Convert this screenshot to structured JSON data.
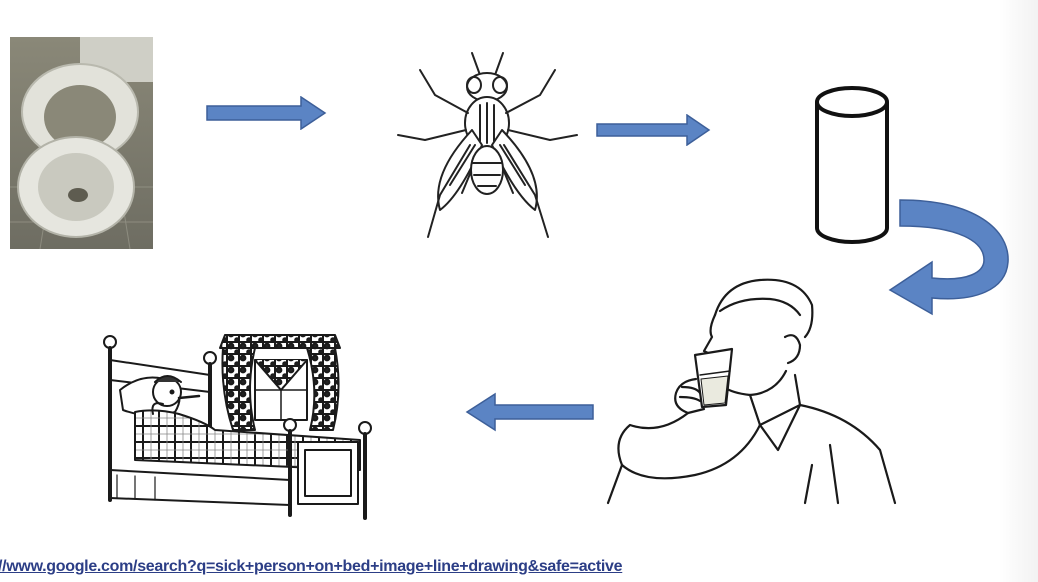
{
  "diagram": {
    "flow_steps": [
      {
        "id": "toilet",
        "icon": "toilet-photo"
      },
      {
        "id": "fly",
        "icon": "housefly-drawing"
      },
      {
        "id": "glass",
        "icon": "glass-cylinder"
      },
      {
        "id": "drinking",
        "icon": "man-drinking-drawing"
      },
      {
        "id": "sick",
        "icon": "sick-person-in-bed-drawing"
      }
    ],
    "arrow_color": "#5b84c4",
    "arrow_outline": "#3d5f99"
  },
  "footer": {
    "source_url": "//www.google.com/search?q=sick+person+on+bed+image+line+drawing&safe=active"
  }
}
